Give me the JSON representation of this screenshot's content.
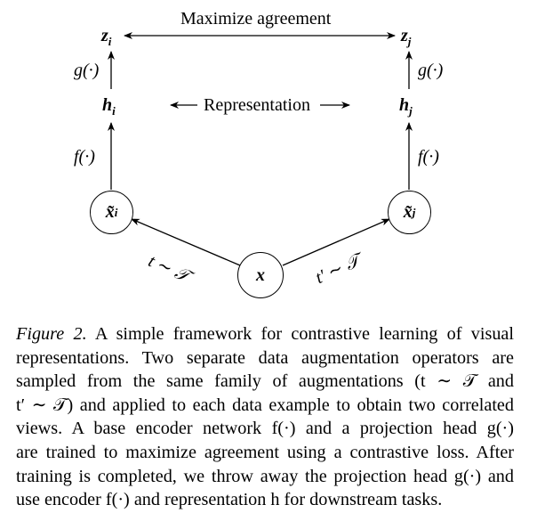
{
  "diagram": {
    "top_label": "Maximize agreement",
    "middle_label": "Representation",
    "z_i": "z",
    "z_i_sub": "i",
    "z_j": "z",
    "z_j_sub": "j",
    "h_i": "h",
    "h_i_sub": "i",
    "h_j": "h",
    "h_j_sub": "j",
    "g_left": "g(·)",
    "g_right": "g(·)",
    "f_left": "f(·)",
    "f_right": "f(·)",
    "x_tilde_i": "x̃",
    "x_tilde_i_sub": "i",
    "x_tilde_j": "x̃",
    "x_tilde_j_sub": "j",
    "x": "x",
    "t_left": "t ∼ 𝒯",
    "t_right": "t′ ∼ 𝒯"
  },
  "caption": {
    "fig_label": "Figure 2.",
    "lines": [
      " A simple framework for contrastive learning of visual",
      "representations. Two separate data augmentation operators are",
      "sampled from the same family of augmentations (t ∼ 𝒯 and",
      "t′ ∼ 𝒯) and applied to each data example to obtain two correlated",
      "views. A base encoder network f(·) and a projection head g(·)",
      "are trained to maximize agreement using a contrastive loss. After",
      "training is completed, we throw away the projection head g(·) and",
      "use encoder f(·) and representation h for downstream tasks."
    ]
  }
}
